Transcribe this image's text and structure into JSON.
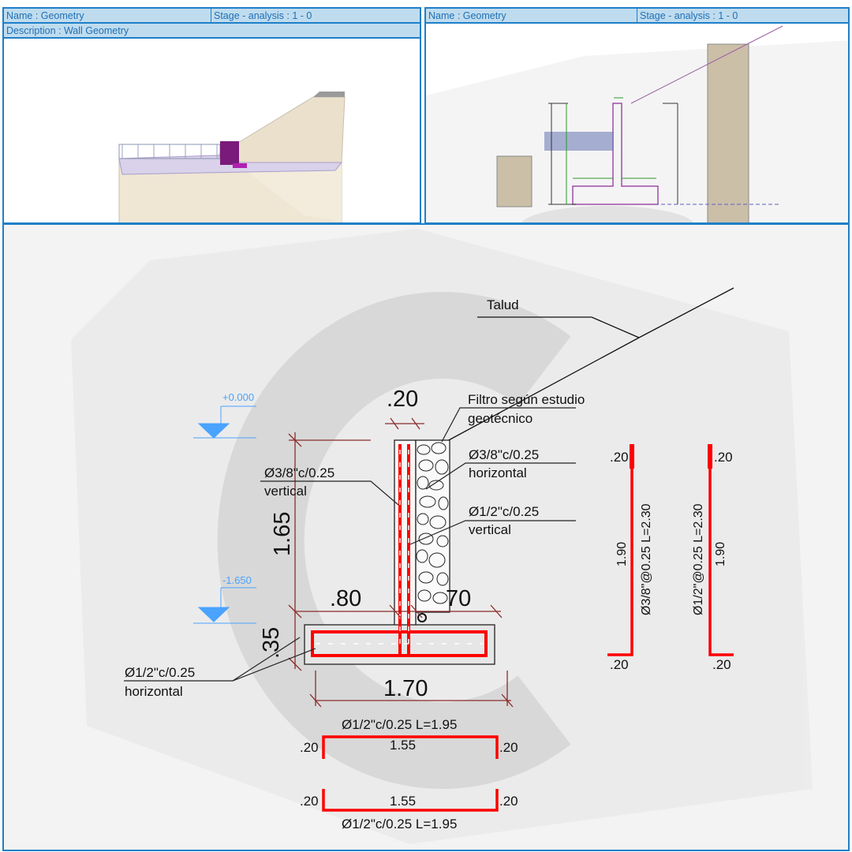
{
  "left_panel": {
    "name": "Name : Geometry",
    "stage": "Stage - analysis : 1 - 0",
    "description": "Description : Wall Geometry"
  },
  "right_panel": {
    "name": "Name : Geometry",
    "stage": "Stage - analysis : 1 - 0"
  },
  "drawing": {
    "talud": "Talud",
    "filtro_1": "Filtro según estudio",
    "filtro_2": "geotécnico",
    "wall_thickness": ".20",
    "level_top": "+0.000",
    "level_bottom": "-1.650",
    "stem_height": "1.65",
    "footing_thickness": ".35",
    "toe": ".80",
    "heel": "70",
    "base_width": "1.70",
    "bar_vert_left_1": "Ø3/8\"c/0.25",
    "bar_vert_left_2": "vertical",
    "bar_horiz_right_1": "Ø3/8\"c/0.25",
    "bar_horiz_right_2": "horizontal",
    "bar_vert_right_1": "Ø1/2\"c/0.25",
    "bar_vert_right_2": "vertical",
    "bar_footing_1": "Ø1/2\"c/0.25",
    "bar_footing_2": "horizontal",
    "detail_a": {
      "top": ".20",
      "mid": "1.90",
      "bottom": ".20",
      "label": "Ø3/8\"@0.25 L=2.30"
    },
    "detail_b": {
      "top": ".20",
      "mid": "1.90",
      "bottom": ".20",
      "label": "Ø1/2\"@0.25 L=2.30"
    },
    "detail_c": {
      "label": "Ø1/2\"c/0.25 L=1.95",
      "left": ".20",
      "mid": "1.55",
      "right": ".20"
    },
    "detail_d": {
      "label": "Ø1/2\"c/0.25 L=1.95",
      "left": ".20",
      "mid": "1.55",
      "right": ".20"
    }
  },
  "colors": {
    "accent": "#1f7fc8",
    "header_bg": "#bfdcef",
    "rebar": "#ff0000",
    "dimension": "#8b2b2b",
    "level": "#4aa3ff"
  }
}
